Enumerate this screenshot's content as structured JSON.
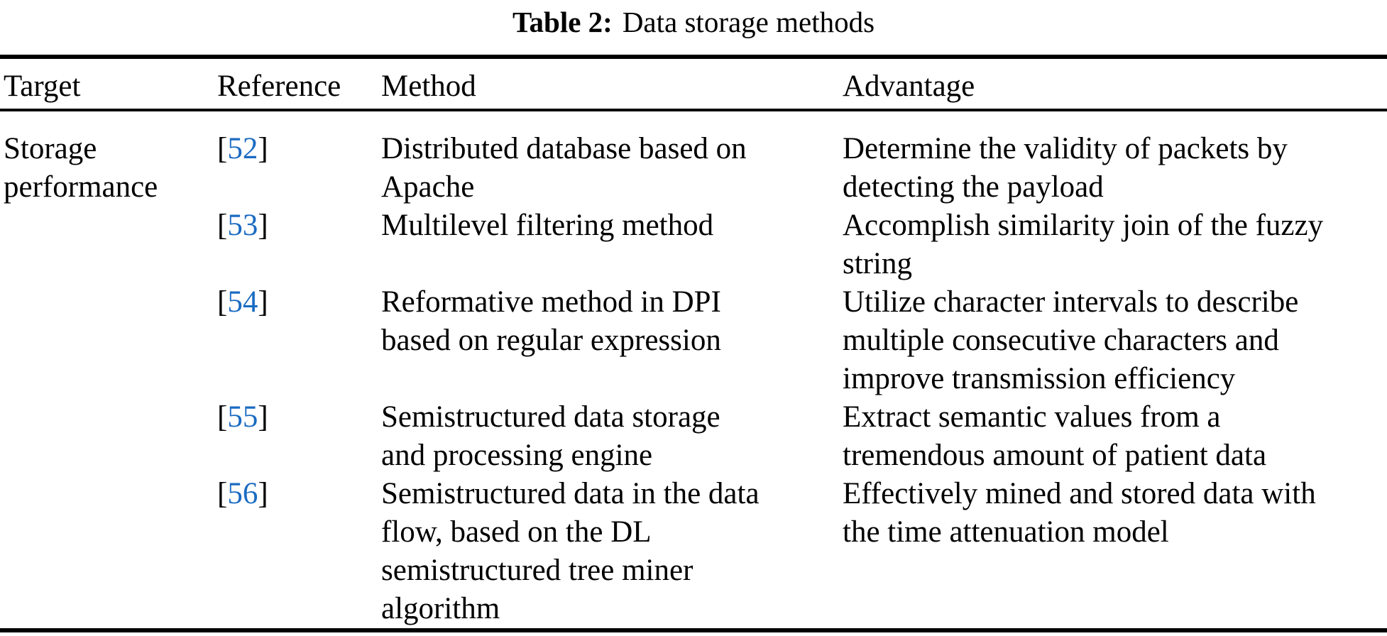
{
  "caption": {
    "label": "Table 2:",
    "text": "Data storage methods"
  },
  "table": {
    "headers": [
      "Target",
      "Reference",
      "Method",
      "Advantage"
    ],
    "bracket_open": "[",
    "bracket_close": "]",
    "rows": [
      {
        "target": "Storage\nperformance",
        "ref": "52",
        "method": "Distributed database based on\nApache",
        "advantage": "Determine the validity of packets by\ndetecting the payload"
      },
      {
        "target": "",
        "ref": "53",
        "method": "Multilevel filtering method",
        "advantage": "Accomplish similarity join of the fuzzy\nstring"
      },
      {
        "target": "",
        "ref": "54",
        "method": "Reformative method in DPI\nbased on regular expression",
        "advantage": "Utilize character intervals to describe\nmultiple consecutive characters and\nimprove transmission efficiency"
      },
      {
        "target": "",
        "ref": "55",
        "method": "Semistructured data storage\nand processing engine",
        "advantage": "Extract semantic values from a\ntremendous amount of patient data"
      },
      {
        "target": "",
        "ref": "56",
        "method": "Semistructured data in the data\nflow, based on the DL\nsemistructured tree miner\nalgorithm",
        "advantage": "Effectively mined and stored data with\nthe time attenuation model"
      }
    ]
  },
  "theme": {
    "background": "#ffffff",
    "text_color": "#000000",
    "link_color": "#1b6bc2",
    "rule_color": "#000000"
  }
}
